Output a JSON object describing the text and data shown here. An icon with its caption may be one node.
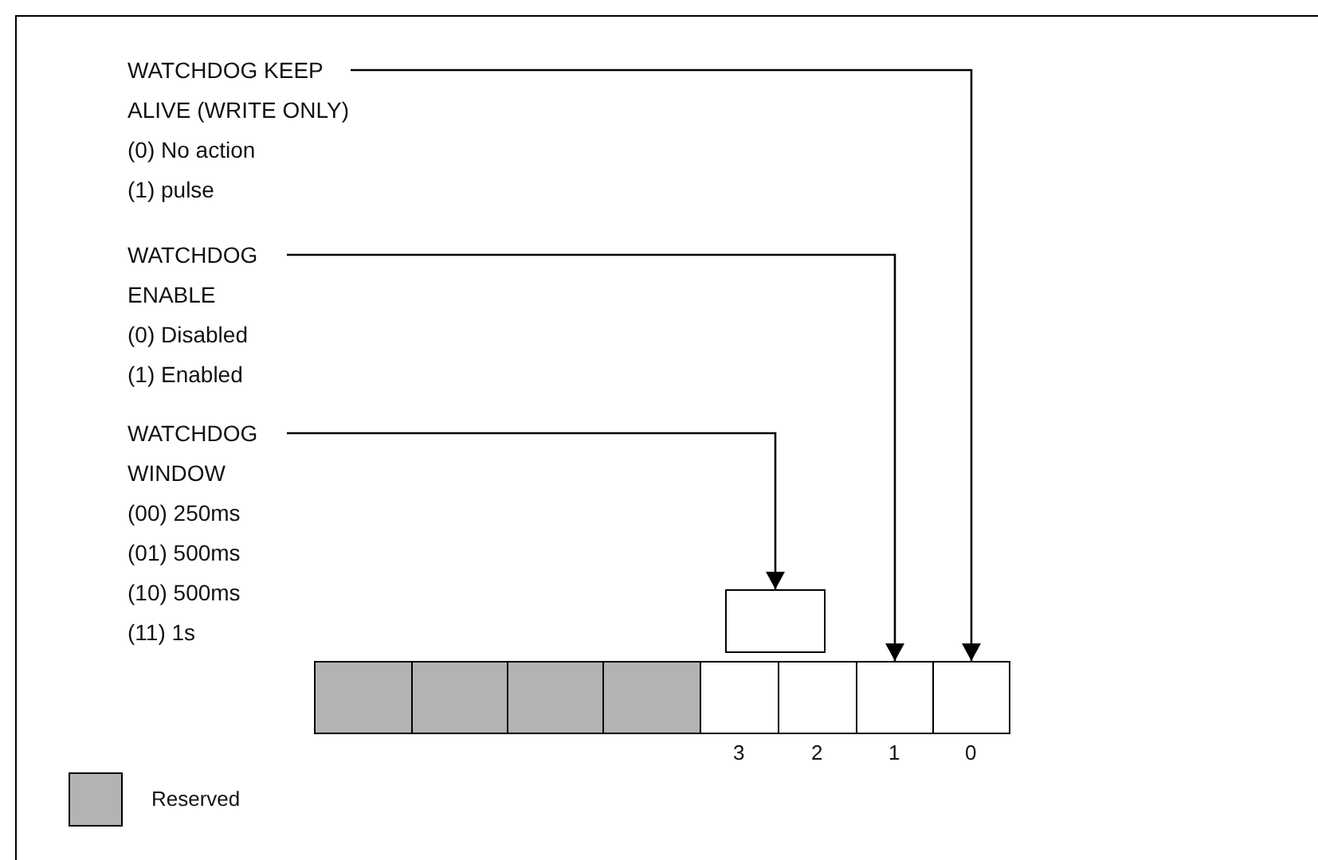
{
  "diagram": {
    "nodes": [
      {
        "text": [
          "WATCHDOG KEEP ALIVE (WRITE ONLY)",
          "(0) No action",
          "(1) pulse"
        ]
      },
      {
        "text": [
          "WATCHDOG ENABLE",
          "(0) Disabled",
          "(1) Enabled"
        ]
      },
      {
        "text": [
          "WATCHDOG WINDOW",
          "(00) 250ms",
          "(01) 500ms",
          "(10) 500ms",
          "(11) 1s"
        ]
      },
      {
        "text": [],
        "shape": "box"
      },
      {
        "text": [],
        "shape": "box"
      },
      {
        "text": [],
        "shape": "box"
      },
      {
        "text": [],
        "shape": "box"
      },
      {
        "text": [],
        "shape": "box",
        "beside": [
          "3"
        ]
      },
      {
        "text": [],
        "shape": "box",
        "beside": [
          "2"
        ]
      },
      {
        "text": [],
        "shape": "box",
        "beside": [
          "1"
        ]
      },
      {
        "text": [],
        "shape": "box",
        "beside": [
          "0"
        ]
      },
      {
        "text": [],
        "shape": "box"
      }
    ],
    "edges": [
      {
        "from": 0,
        "to": 10,
        "arrow": "to"
      },
      {
        "from": 1,
        "to": 9,
        "arrow": "to"
      },
      {
        "from": 2,
        "to": 11,
        "arrow": "to"
      }
    ],
    "legend": [
      {
        "text": "Reserved",
        "color": "#b3b3b3"
      }
    ]
  }
}
